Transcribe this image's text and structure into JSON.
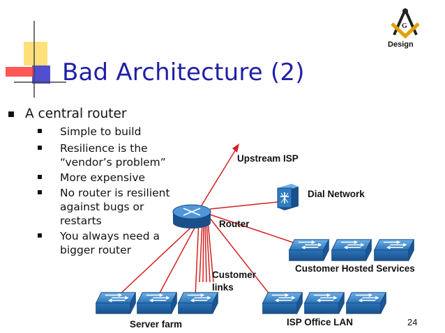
{
  "slide": {
    "title": "Bad Architecture (2)",
    "badge": "Design",
    "page_number": "24",
    "bullet_main": "A central router",
    "sub_bullets": [
      [
        "Simple to build"
      ],
      [
        "Resilience is the",
        "“vendor’s problem”"
      ],
      [
        "More expensive"
      ],
      [
        "No router is resilient",
        "against bugs or",
        "restarts"
      ],
      [
        "You always need a",
        "bigger router"
      ]
    ]
  },
  "diagram": {
    "upstream_isp": "Upstream ISP",
    "dial_network": "Dial Network",
    "router": "Router",
    "customer_hosted_services": "Customer Hosted Services",
    "customer_links": [
      "Customer",
      "links"
    ],
    "server_farm": "Server farm",
    "isp_office_lan": "ISP Office LAN"
  },
  "colors": {
    "title": "#1f1fa8",
    "link": "#d42020",
    "device": "#2a74b8"
  }
}
